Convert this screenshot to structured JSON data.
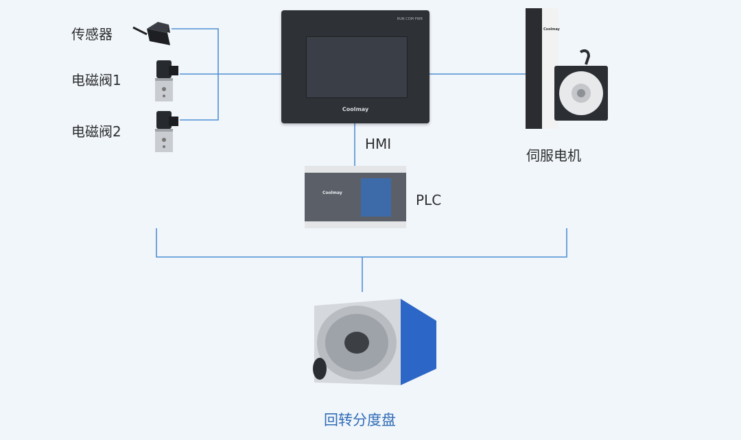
{
  "labels": {
    "sensor": "传感器",
    "valve1": "电磁阀1",
    "valve2": "电磁阀2",
    "hmi": "HMI",
    "plc": "PLC",
    "servo": "伺服电机",
    "rotary_table": "回转分度盘"
  },
  "hmi_panel": {
    "brand": "Coolmay",
    "leds": "RUN  COM  PWR"
  },
  "plc_panel": {
    "brand": "Coolmay"
  },
  "servo_drive": {
    "brand": "Coolmay"
  },
  "colors": {
    "wire": "#4d8fd1",
    "rotary_blue": "#2c66c6",
    "device_dark": "#2b2e33"
  }
}
